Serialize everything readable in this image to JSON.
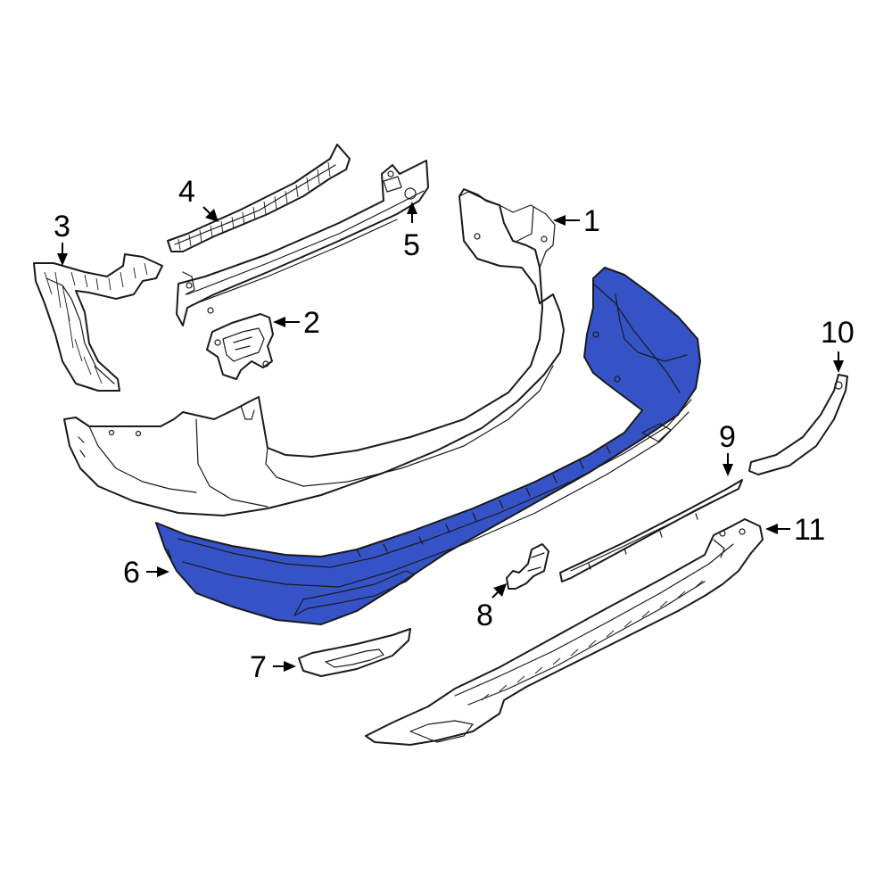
{
  "colors": {
    "highlight": "#3553C7",
    "line": "#1a1a1a",
    "background": "#ffffff"
  },
  "callouts": [
    {
      "id": "1",
      "label": "1",
      "part": "bumper-cover-upper"
    },
    {
      "id": "2",
      "label": "2",
      "part": "mounting-bracket"
    },
    {
      "id": "3",
      "label": "3",
      "part": "side-support-bracket"
    },
    {
      "id": "4",
      "label": "4",
      "part": "energy-absorber"
    },
    {
      "id": "5",
      "label": "5",
      "part": "reinforcement-beam"
    },
    {
      "id": "6",
      "label": "6",
      "part": "lower-bumper-cover"
    },
    {
      "id": "7",
      "label": "7",
      "part": "trim-insert"
    },
    {
      "id": "8",
      "label": "8",
      "part": "sensor-bracket"
    },
    {
      "id": "9",
      "label": "9",
      "part": "molding-strip"
    },
    {
      "id": "10",
      "label": "10",
      "part": "side-trim"
    },
    {
      "id": "11",
      "label": "11",
      "part": "diffuser"
    }
  ]
}
